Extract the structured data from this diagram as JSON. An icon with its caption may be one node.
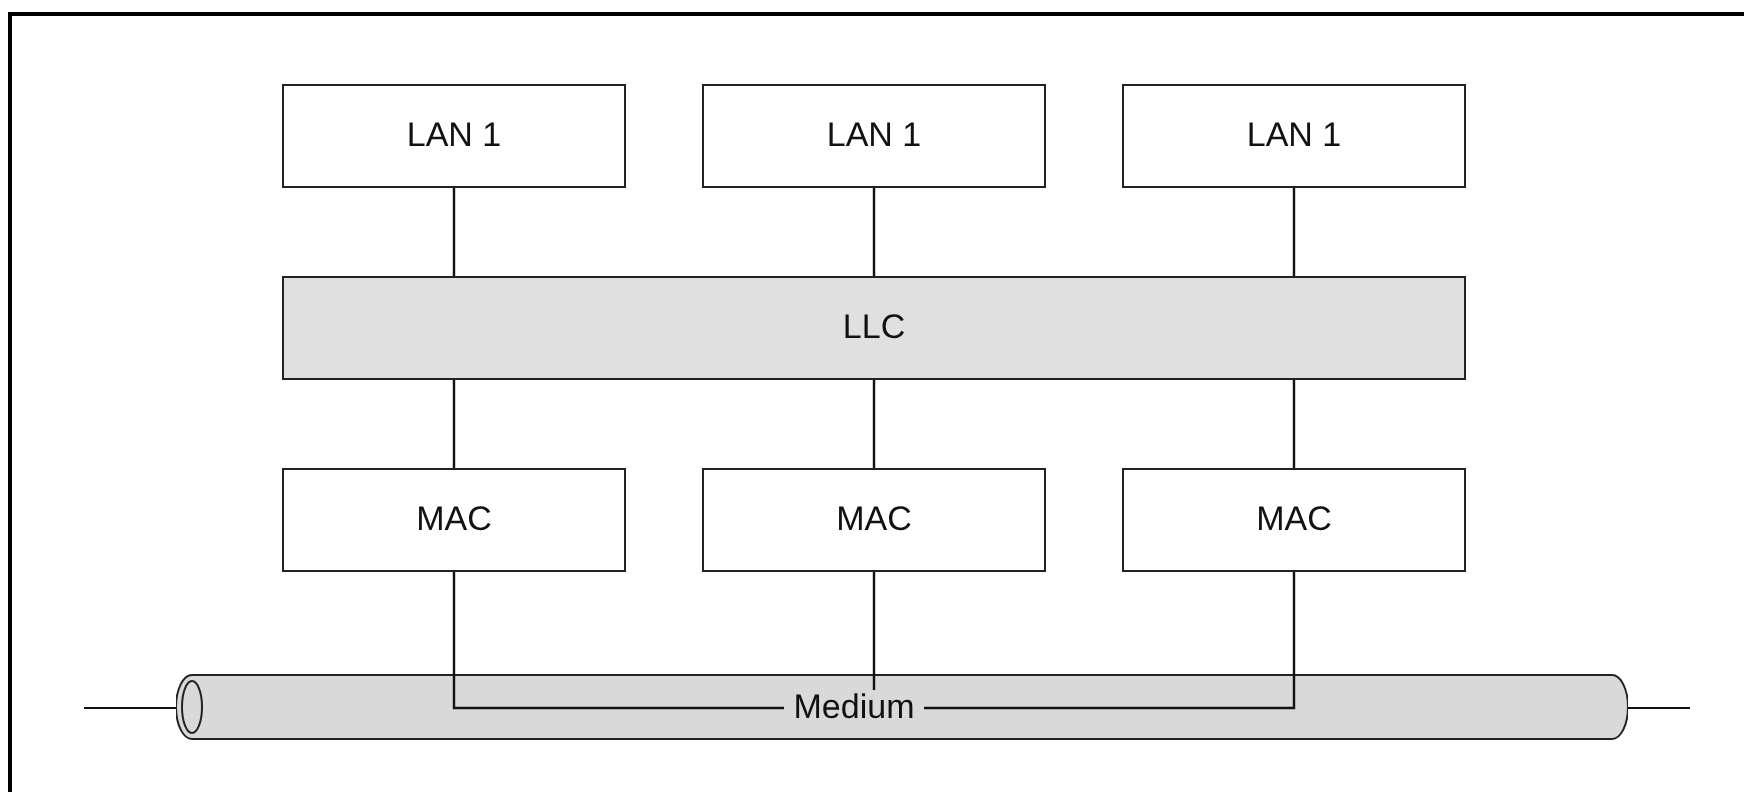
{
  "diagram": {
    "nodes": [
      {
        "text": [
          "LAN 1"
        ]
      },
      {
        "text": [
          "LAN 1"
        ]
      },
      {
        "text": [
          "LAN 1"
        ]
      },
      {
        "text": [
          "LLC"
        ]
      },
      {
        "text": [
          "MAC"
        ]
      },
      {
        "text": [
          "MAC"
        ]
      },
      {
        "text": [
          "MAC"
        ]
      },
      {
        "text": [],
        "shape": "cylinder"
      },
      {
        "text": [
          "Medium"
        ],
        "in": 7
      }
    ],
    "edges": [
      {
        "from": 0,
        "to": 3,
        "arrow": "none"
      },
      {
        "from": 1,
        "to": 3,
        "arrow": "none"
      },
      {
        "from": 2,
        "to": 3,
        "arrow": "none"
      },
      {
        "from": 3,
        "to": 4,
        "arrow": "none"
      },
      {
        "from": 3,
        "to": 5,
        "arrow": "none"
      },
      {
        "from": 3,
        "to": 6,
        "arrow": "none"
      },
      {
        "from": 4,
        "to": 8,
        "arrow": "none"
      },
      {
        "from": 5,
        "to": 8,
        "arrow": "none"
      },
      {
        "from": 6,
        "to": 8,
        "arrow": "none"
      }
    ]
  }
}
